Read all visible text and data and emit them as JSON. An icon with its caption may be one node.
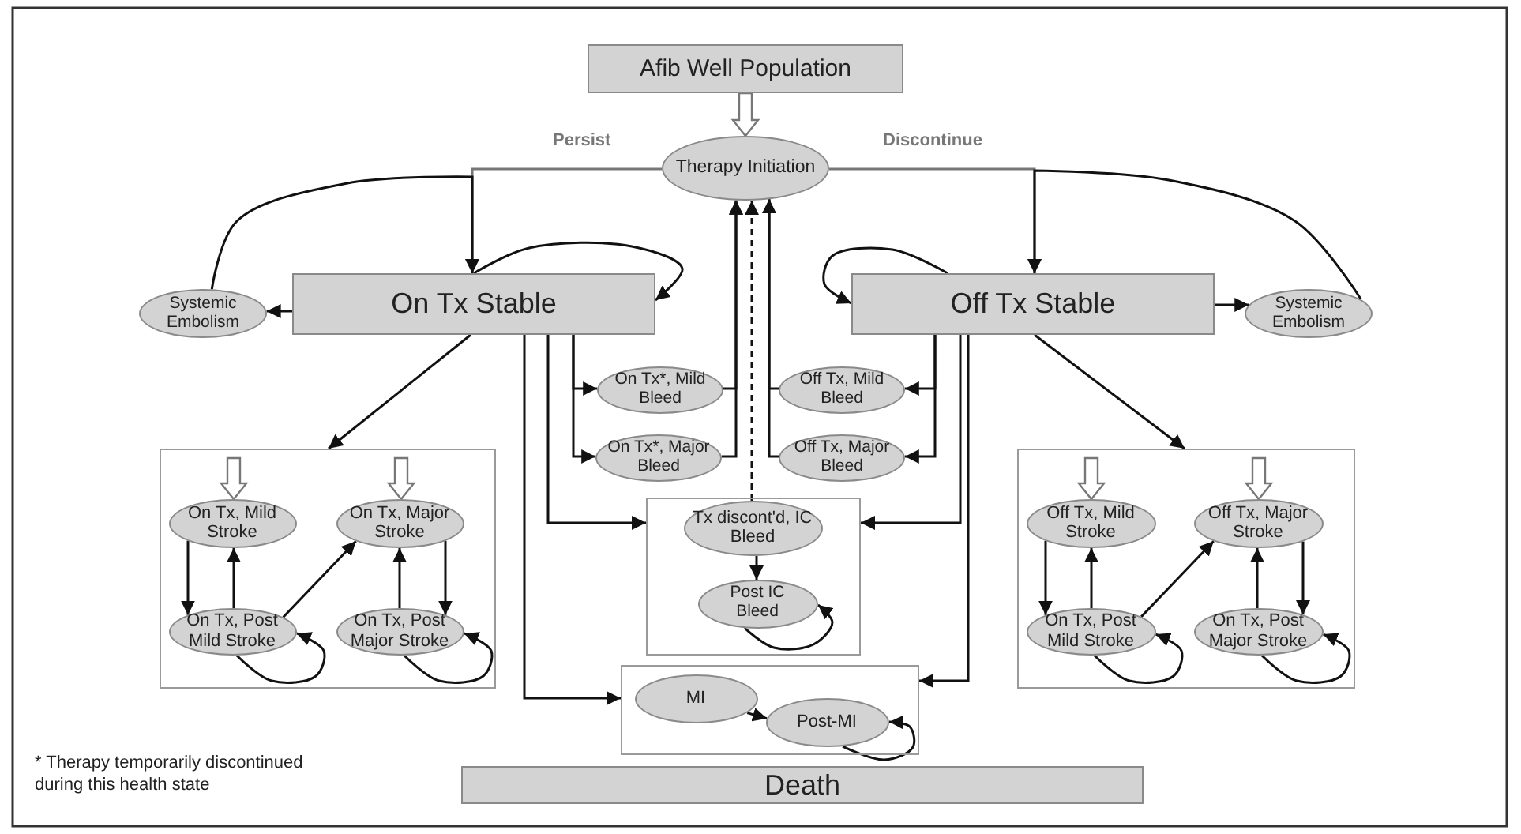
{
  "diagram": {
    "nodes": [
      {
        "text": [
          "Afib Well Population"
        ]
      },
      {
        "text": [
          "Therapy Initiation"
        ]
      },
      {
        "text": [
          "Systemic Embolism"
        ]
      },
      {
        "text": [
          "On Tx Stable"
        ]
      },
      {
        "text": [
          "On Tx*, Mild Bleed"
        ]
      },
      {
        "text": [
          "On Tx*, Major Bleed"
        ]
      },
      {
        "text": [
          "Off Tx, Mild Bleed"
        ]
      },
      {
        "text": [
          "Off Tx, Major Bleed"
        ]
      },
      {
        "text": [
          "Off Tx Stable"
        ]
      },
      {
        "text": [
          "Systemic Embolism"
        ]
      },
      {
        "text": [],
        "shape": "box"
      },
      {
        "text": [
          "On Tx, Mild Stroke"
        ],
        "in": 10
      },
      {
        "text": [
          "On Tx, Major Stroke"
        ],
        "in": 10
      },
      {
        "text": [
          "On Tx, Post Mild Stroke"
        ],
        "in": 10
      },
      {
        "text": [
          "On Tx, Post Major Stroke"
        ],
        "in": 10
      },
      {
        "text": [],
        "shape": "box"
      },
      {
        "text": [
          "Tx discont'd, IC Bleed"
        ],
        "in": 15
      },
      {
        "text": [
          "Post IC Bleed"
        ],
        "in": 15
      },
      {
        "text": [],
        "shape": "box"
      },
      {
        "text": [
          "MI"
        ],
        "in": 18
      },
      {
        "text": [
          "Post-MI"
        ],
        "in": 18
      },
      {
        "text": [],
        "shape": "box"
      },
      {
        "text": [
          "Off Tx, Mild Stroke"
        ],
        "in": 21
      },
      {
        "text": [
          "Off Tx, Major Stroke"
        ],
        "in": 21
      },
      {
        "text": [
          "On Tx, Post Mild Stroke"
        ],
        "in": 21
      },
      {
        "text": [
          "On Tx, Post Major Stroke"
        ],
        "in": 21
      },
      {
        "text": [
          "Death"
        ]
      }
    ],
    "edges": [
      {
        "from": 0,
        "to": 1,
        "arrow": "to",
        "style": "thick"
      },
      {
        "from": 1,
        "to": 3,
        "arrow": "to",
        "label": "Persist",
        "color": "#777777"
      },
      {
        "from": 1,
        "to": 8,
        "arrow": "to",
        "label": "Discontinue",
        "color": "#777777"
      },
      {
        "from": 3,
        "to": 2,
        "arrow": "to"
      },
      {
        "from": 2,
        "to": 3,
        "arrow": "to"
      },
      {
        "from": 3,
        "to": 3,
        "arrow": "to"
      },
      {
        "from": 3,
        "to": 4,
        "arrow": "to"
      },
      {
        "from": 3,
        "to": 5,
        "arrow": "to"
      },
      {
        "from": 4,
        "to": 1,
        "arrow": "to"
      },
      {
        "from": 5,
        "to": 1,
        "arrow": "to"
      },
      {
        "from": 8,
        "to": 8,
        "arrow": "to"
      },
      {
        "from": 8,
        "to": 9,
        "arrow": "to"
      },
      {
        "from": 9,
        "to": 8,
        "arrow": "to"
      },
      {
        "from": 8,
        "to": 6,
        "arrow": "to"
      },
      {
        "from": 8,
        "to": 7,
        "arrow": "to"
      },
      {
        "from": 6,
        "to": 1,
        "arrow": "to"
      },
      {
        "from": 7,
        "to": 1,
        "arrow": "to"
      },
      {
        "from": 3,
        "to": 10,
        "arrow": "to"
      },
      {
        "from": 8,
        "to": 21,
        "arrow": "to"
      },
      {
        "from": 3,
        "to": 15,
        "arrow": "to"
      },
      {
        "from": 3,
        "to": 18,
        "arrow": "to"
      },
      {
        "from": 8,
        "to": 15,
        "arrow": "to"
      },
      {
        "from": 8,
        "to": 18,
        "arrow": "to"
      },
      {
        "from": 16,
        "to": 1,
        "arrow": "to",
        "style": "dashed"
      },
      {
        "from": 16,
        "to": 17,
        "arrow": "to"
      },
      {
        "from": 17,
        "to": 17,
        "arrow": "to"
      },
      {
        "from": 19,
        "to": 20,
        "arrow": "to"
      },
      {
        "from": 20,
        "to": 20,
        "arrow": "to"
      },
      {
        "from": null,
        "to": 11,
        "arrow": "to",
        "style": "thick"
      },
      {
        "from": null,
        "to": 12,
        "arrow": "to",
        "style": "thick"
      },
      {
        "from": 11,
        "to": 13,
        "arrow": "to"
      },
      {
        "from": 13,
        "to": 11,
        "arrow": "to"
      },
      {
        "from": 13,
        "to": 12,
        "arrow": "to"
      },
      {
        "from": 12,
        "to": 14,
        "arrow": "to"
      },
      {
        "from": 14,
        "to": 12,
        "arrow": "to"
      },
      {
        "from": 13,
        "to": 13,
        "arrow": "to"
      },
      {
        "from": 14,
        "to": 14,
        "arrow": "to"
      },
      {
        "from": null,
        "to": 22,
        "arrow": "to",
        "style": "thick"
      },
      {
        "from": null,
        "to": 23,
        "arrow": "to",
        "style": "thick"
      },
      {
        "from": 22,
        "to": 24,
        "arrow": "to"
      },
      {
        "from": 24,
        "to": 22,
        "arrow": "to"
      },
      {
        "from": 24,
        "to": 23,
        "arrow": "to"
      },
      {
        "from": 23,
        "to": 25,
        "arrow": "to"
      },
      {
        "from": 25,
        "to": 23,
        "arrow": "to"
      },
      {
        "from": 24,
        "to": 24,
        "arrow": "to"
      },
      {
        "from": 25,
        "to": 25,
        "arrow": "to"
      }
    ],
    "labels": [
      "* Therapy temporarily discontinued during this health state"
    ]
  }
}
